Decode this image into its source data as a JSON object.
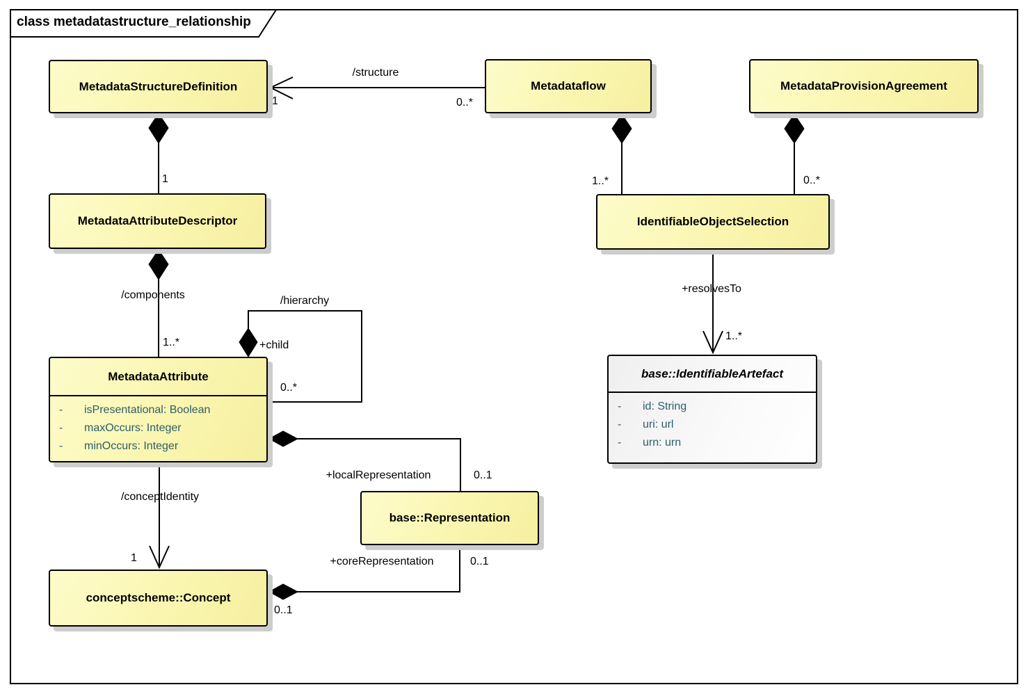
{
  "diagram": {
    "title": "class metadatastructure_relationship"
  },
  "classes": {
    "metadataStructureDefinition": {
      "name": "MetadataStructureDefinition"
    },
    "metadataflow": {
      "name": "Metadataflow"
    },
    "metadataProvisionAgreement": {
      "name": "MetadataProvisionAgreement"
    },
    "metadataAttributeDescriptor": {
      "name": "MetadataAttributeDescriptor"
    },
    "identifiableObjectSelection": {
      "name": "IdentifiableObjectSelection"
    },
    "metadataAttribute": {
      "name": "MetadataAttribute",
      "attributes": [
        {
          "visibility": "-",
          "text": "isPresentational: Boolean"
        },
        {
          "visibility": "-",
          "text": "maxOccurs: Integer"
        },
        {
          "visibility": "-",
          "text": "minOccurs: Integer"
        }
      ]
    },
    "identifiableArtefact": {
      "name": "base::IdentifiableArtefact",
      "abstract": true,
      "attributes": [
        {
          "visibility": "-",
          "text": "id: String"
        },
        {
          "visibility": "-",
          "text": "uri: url"
        },
        {
          "visibility": "-",
          "text": "urn: urn"
        }
      ]
    },
    "representation": {
      "name": "base::Representation"
    },
    "concept": {
      "name": "conceptscheme::Concept"
    }
  },
  "edges": {
    "structure": {
      "label": "/structure",
      "source_mult": "0..*",
      "target_mult": "1"
    },
    "msd_descriptor": {
      "target_mult": "1"
    },
    "components": {
      "label": "/components",
      "target_mult": "1..*"
    },
    "hierarchy": {
      "label": "/hierarchy",
      "role": "+child",
      "target_mult": "0..*"
    },
    "metadataflow_selection": {
      "target_mult": "1..*"
    },
    "provision_selection": {
      "target_mult": "0..*"
    },
    "resolves_to": {
      "label": "+resolvesTo",
      "target_mult": "1..*"
    },
    "local_representation": {
      "label": "+localRepresentation",
      "target_mult": "0..1"
    },
    "core_representation": {
      "label": "+coreRepresentation",
      "target_mult": "0..1",
      "source_mult": "0..1"
    },
    "concept_identity": {
      "label": "/conceptIdentity",
      "target_mult": "1"
    }
  },
  "colors": {
    "class_fill_light": "#fdfcca",
    "class_fill_dark": "#f6efa0",
    "abstract_fill_light": "#efefef",
    "abstract_fill_dark": "#ffffff",
    "attribute_text": "#2d5d6b",
    "line": "#000000",
    "shadow": "#cdcdcd"
  }
}
